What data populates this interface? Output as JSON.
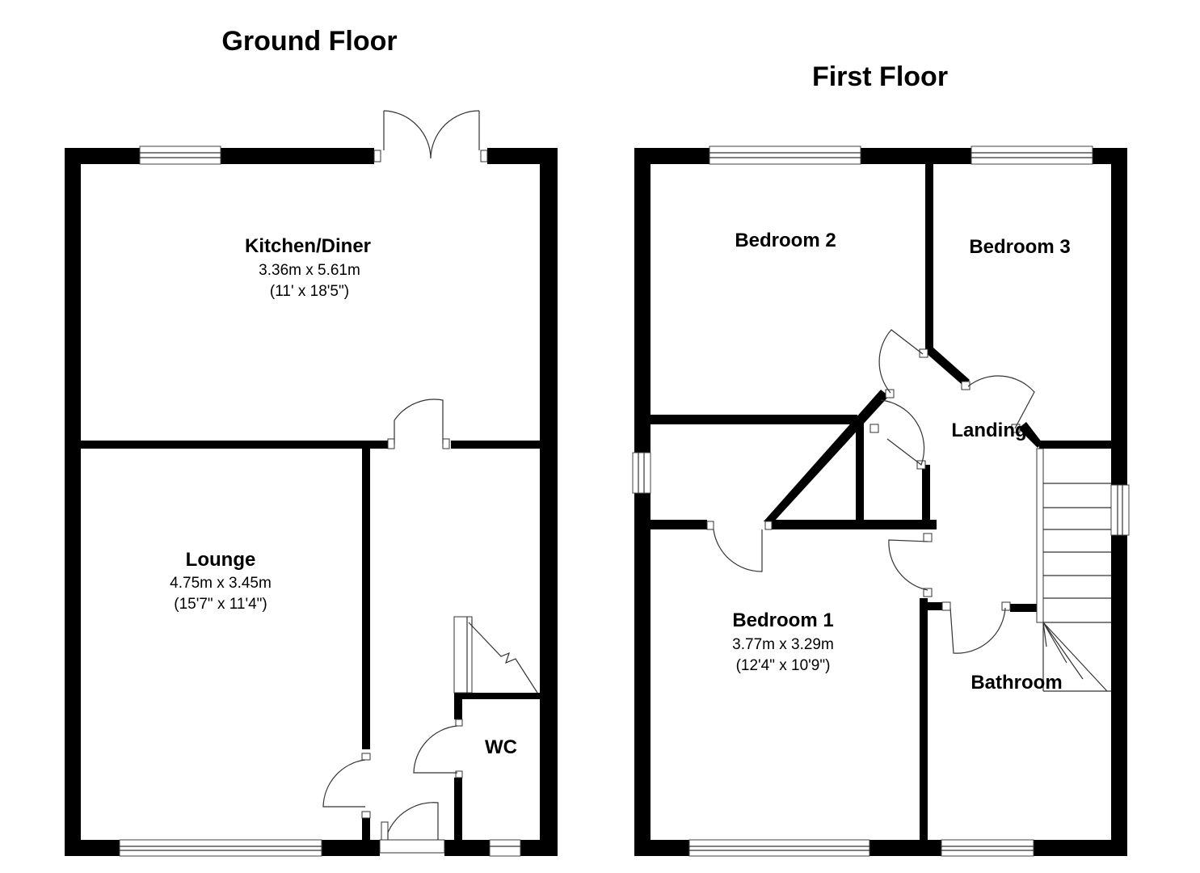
{
  "floors": {
    "ground": {
      "title": "Ground Floor",
      "rooms": {
        "kitchen": {
          "name": "Kitchen/Diner",
          "dim_m": "3.36m x 5.61m",
          "dim_ft": "(11' x 18'5\")"
        },
        "lounge": {
          "name": "Lounge",
          "dim_m": "4.75m x 3.45m",
          "dim_ft": "(15'7\" x 11'4\")"
        },
        "wc": {
          "name": "WC"
        }
      }
    },
    "first": {
      "title": "First Floor",
      "rooms": {
        "bedroom1": {
          "name": "Bedroom 1",
          "dim_m": "3.77m x 3.29m",
          "dim_ft": "(12'4\" x 10'9\")"
        },
        "bedroom2": {
          "name": "Bedroom 2"
        },
        "bedroom3": {
          "name": "Bedroom 3"
        },
        "landing": {
          "name": "Landing"
        },
        "bathroom": {
          "name": "Bathroom"
        }
      }
    }
  },
  "colors": {
    "wall": "#000000",
    "background": "#ffffff",
    "line": "#333333"
  }
}
